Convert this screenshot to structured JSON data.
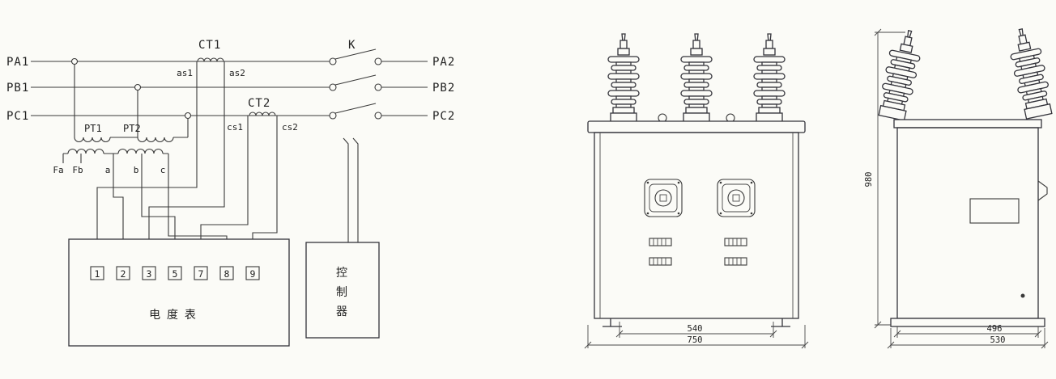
{
  "schematic": {
    "left_labels": [
      "PA1",
      "PB1",
      "PC1"
    ],
    "right_labels": [
      "PA2",
      "PB2",
      "PC2"
    ],
    "ct1_label": "CT1",
    "ct2_label": "CT2",
    "switch_label": "K",
    "ct1_sec": [
      "as1",
      "as2"
    ],
    "ct2_sec": [
      "cs1",
      "cs2"
    ],
    "pt_labels": [
      "PT1",
      "PT2"
    ],
    "pt_terminals": [
      "Fa",
      "Fb",
      "a",
      "b",
      "c"
    ],
    "meter": {
      "terminals": [
        "1",
        "2",
        "3",
        "5",
        "7",
        "8",
        "9"
      ],
      "label": "电 度 表"
    },
    "controller": {
      "label": "控制器",
      "chars": [
        "控",
        "制",
        "器"
      ]
    }
  },
  "front_view": {
    "dim_inner_width": "540",
    "dim_outer_width": "750"
  },
  "side_view": {
    "dim_height": "980",
    "dim_inner_width": "496",
    "dim_outer_width": "530"
  },
  "colors": {
    "line": "#3a3a3a",
    "paper": "#fbfbf7"
  }
}
